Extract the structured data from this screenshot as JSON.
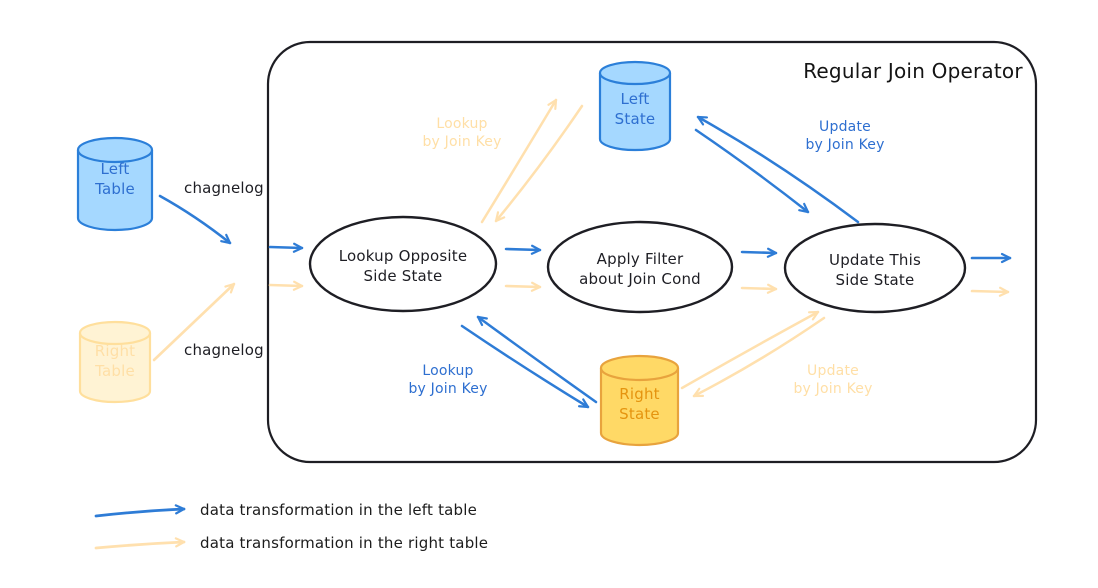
{
  "title": "Regular Join Operator",
  "colors": {
    "left_accent": "#2e7cd6",
    "right_accent": "#ffe0ae",
    "left_fill": "#a5d8ff",
    "left_stroke": "#2b7fd9",
    "right_state_fill": "#ffd966",
    "right_state_stroke": "#e8a33d",
    "faded_fill": "#fff3d4",
    "faded_stroke": "#ffdf9c",
    "outline": "#1e1e24"
  },
  "nodes": {
    "left_table": "Left\nTable",
    "right_table": "Right\nTable",
    "left_state": "Left\nState",
    "right_state": "Right\nState",
    "lookup_opposite": "Lookup Opposite\nSide State",
    "apply_filter": "Apply Filter\nabout Join Cond",
    "update_this": "Update This\nSide State"
  },
  "edge_labels": {
    "changelog_left": "chagnelog",
    "changelog_right": "chagnelog",
    "lookup_left_state": "Lookup\nby Join Key",
    "update_left_state": "Update\nby Join Key",
    "lookup_right_state": "Lookup\nby Join Key",
    "update_right_state": "Update\nby Join Key"
  },
  "legend": [
    {
      "color": "#2e7cd6",
      "label": "data transformation in the left table"
    },
    {
      "color": "#ffe0ae",
      "label": "data transformation in the right table"
    }
  ]
}
